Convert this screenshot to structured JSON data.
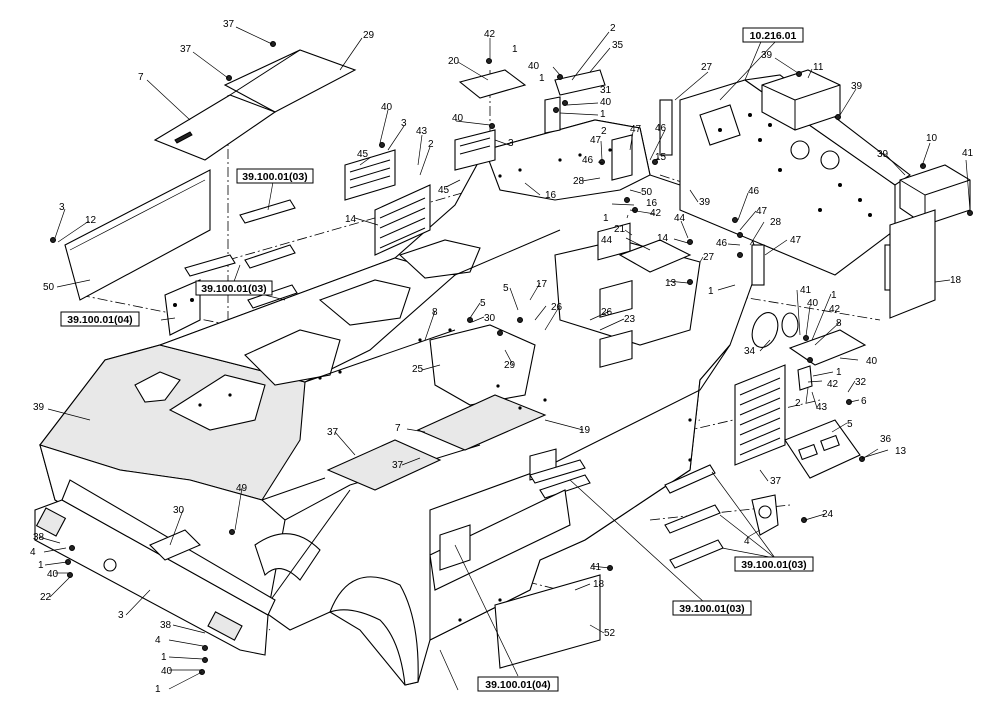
{
  "callouts": [
    {
      "id": "c1",
      "text": "37"
    },
    {
      "id": "c2",
      "text": "29"
    },
    {
      "id": "c3",
      "text": "37"
    },
    {
      "id": "c4",
      "text": "7"
    },
    {
      "id": "c5",
      "text": "42"
    },
    {
      "id": "c6",
      "text": "1"
    },
    {
      "id": "c7",
      "text": "2"
    },
    {
      "id": "c8",
      "text": "35"
    },
    {
      "id": "c9",
      "text": "40"
    },
    {
      "id": "c10",
      "text": "1"
    },
    {
      "id": "c11",
      "text": "31"
    },
    {
      "id": "c12",
      "text": "40"
    },
    {
      "id": "c13",
      "text": "1"
    },
    {
      "id": "c14",
      "text": "20"
    },
    {
      "id": "c15",
      "text": "27"
    },
    {
      "id": "c16",
      "text": "39"
    },
    {
      "id": "c17",
      "text": "11"
    },
    {
      "id": "c18",
      "text": "39"
    },
    {
      "id": "c19",
      "text": "40"
    },
    {
      "id": "c20",
      "text": "3"
    },
    {
      "id": "c21",
      "text": "43"
    },
    {
      "id": "c22",
      "text": "2"
    },
    {
      "id": "c23",
      "text": "40"
    },
    {
      "id": "c24",
      "text": "3"
    },
    {
      "id": "c25",
      "text": "45"
    },
    {
      "id": "c26",
      "text": "45"
    },
    {
      "id": "c27",
      "text": "47"
    },
    {
      "id": "c28",
      "text": "2"
    },
    {
      "id": "c29",
      "text": "47"
    },
    {
      "id": "c30",
      "text": "46"
    },
    {
      "id": "c31",
      "text": "46"
    },
    {
      "id": "c32",
      "text": "15"
    },
    {
      "id": "c33",
      "text": "28"
    },
    {
      "id": "c34",
      "text": "50"
    },
    {
      "id": "c35",
      "text": "16"
    },
    {
      "id": "c36",
      "text": "39"
    },
    {
      "id": "c37",
      "text": "10"
    },
    {
      "id": "c38",
      "text": "39"
    },
    {
      "id": "c39",
      "text": "41"
    },
    {
      "id": "c40",
      "text": "3"
    },
    {
      "id": "c41",
      "text": "12"
    },
    {
      "id": "c42",
      "text": "14"
    },
    {
      "id": "c43",
      "text": "44"
    },
    {
      "id": "c44",
      "text": "42"
    },
    {
      "id": "c45",
      "text": "1"
    },
    {
      "id": "c46",
      "text": "21"
    },
    {
      "id": "c47",
      "text": "44"
    },
    {
      "id": "c48",
      "text": "14"
    },
    {
      "id": "c49",
      "text": "16"
    },
    {
      "id": "c50",
      "text": "46"
    },
    {
      "id": "c51",
      "text": "47"
    },
    {
      "id": "c52",
      "text": "28"
    },
    {
      "id": "c53",
      "text": "47"
    },
    {
      "id": "c54",
      "text": "46"
    },
    {
      "id": "c55",
      "text": "27"
    },
    {
      "id": "c56",
      "text": "18"
    },
    {
      "id": "c57",
      "text": "50"
    },
    {
      "id": "c58",
      "text": "13"
    },
    {
      "id": "c59",
      "text": "1"
    },
    {
      "id": "c60",
      "text": "41"
    },
    {
      "id": "c61",
      "text": "40"
    },
    {
      "id": "c62",
      "text": "1"
    },
    {
      "id": "c63",
      "text": "42"
    },
    {
      "id": "c64",
      "text": "8"
    },
    {
      "id": "c65",
      "text": "5"
    },
    {
      "id": "c66",
      "text": "30"
    },
    {
      "id": "c67",
      "text": "5"
    },
    {
      "id": "c68",
      "text": "17"
    },
    {
      "id": "c69",
      "text": "8"
    },
    {
      "id": "c70",
      "text": "26"
    },
    {
      "id": "c71",
      "text": "26"
    },
    {
      "id": "c72",
      "text": "23"
    },
    {
      "id": "c73",
      "text": "34"
    },
    {
      "id": "c74",
      "text": "40"
    },
    {
      "id": "c75",
      "text": "1"
    },
    {
      "id": "c76",
      "text": "42"
    },
    {
      "id": "c77",
      "text": "32"
    },
    {
      "id": "c78",
      "text": "2"
    },
    {
      "id": "c79",
      "text": "43"
    },
    {
      "id": "c80",
      "text": "6"
    },
    {
      "id": "c81",
      "text": "39"
    },
    {
      "id": "c82",
      "text": "25"
    },
    {
      "id": "c83",
      "text": "29"
    },
    {
      "id": "c84",
      "text": "7"
    },
    {
      "id": "c85",
      "text": "37"
    },
    {
      "id": "c86",
      "text": "37"
    },
    {
      "id": "c87",
      "text": "19"
    },
    {
      "id": "c88",
      "text": "5"
    },
    {
      "id": "c89",
      "text": "36"
    },
    {
      "id": "c90",
      "text": "13"
    },
    {
      "id": "c91",
      "text": "37"
    },
    {
      "id": "c92",
      "text": "49"
    },
    {
      "id": "c93",
      "text": "30"
    },
    {
      "id": "c94",
      "text": "24"
    },
    {
      "id": "c95",
      "text": "4"
    },
    {
      "id": "c96",
      "text": "38"
    },
    {
      "id": "c97",
      "text": "4"
    },
    {
      "id": "c98",
      "text": "1"
    },
    {
      "id": "c99",
      "text": "40"
    },
    {
      "id": "c100",
      "text": "22"
    },
    {
      "id": "c101",
      "text": "3"
    },
    {
      "id": "c102",
      "text": "41"
    },
    {
      "id": "c103",
      "text": "18"
    },
    {
      "id": "c104",
      "text": "52"
    },
    {
      "id": "c105",
      "text": "38"
    },
    {
      "id": "c106",
      "text": "4"
    },
    {
      "id": "c107",
      "text": "1"
    },
    {
      "id": "c108",
      "text": "40"
    },
    {
      "id": "c109",
      "text": "1"
    }
  ],
  "references": [
    {
      "id": "r1",
      "text": "10.216.01"
    },
    {
      "id": "r2",
      "text": "39.100.01(03)"
    },
    {
      "id": "r3",
      "text": "39.100.01(03)"
    },
    {
      "id": "r4",
      "text": "39.100.01(04)"
    },
    {
      "id": "r5",
      "text": "39.100.01(03)"
    },
    {
      "id": "r6",
      "text": "39.100.01(03)"
    },
    {
      "id": "r7",
      "text": "39.100.01(04)"
    }
  ]
}
